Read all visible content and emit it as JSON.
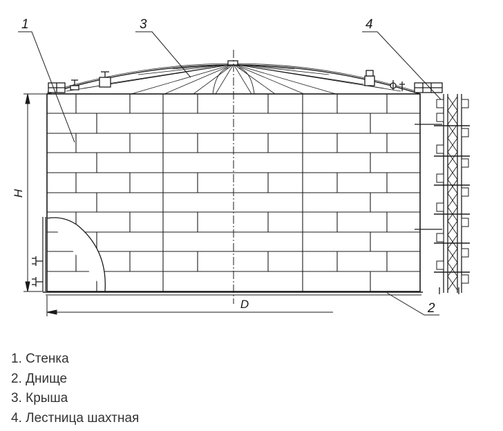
{
  "drawing": {
    "callouts": [
      {
        "num": "1"
      },
      {
        "num": "2"
      },
      {
        "num": "3"
      },
      {
        "num": "4"
      }
    ],
    "dimension_height": "H",
    "dimension_diameter": "D"
  },
  "legend": [
    {
      "text": "1. Стенка"
    },
    {
      "text": "2. Днище"
    },
    {
      "text": "3. Крыша"
    },
    {
      "text": "4. Лестница шахтная"
    }
  ]
}
